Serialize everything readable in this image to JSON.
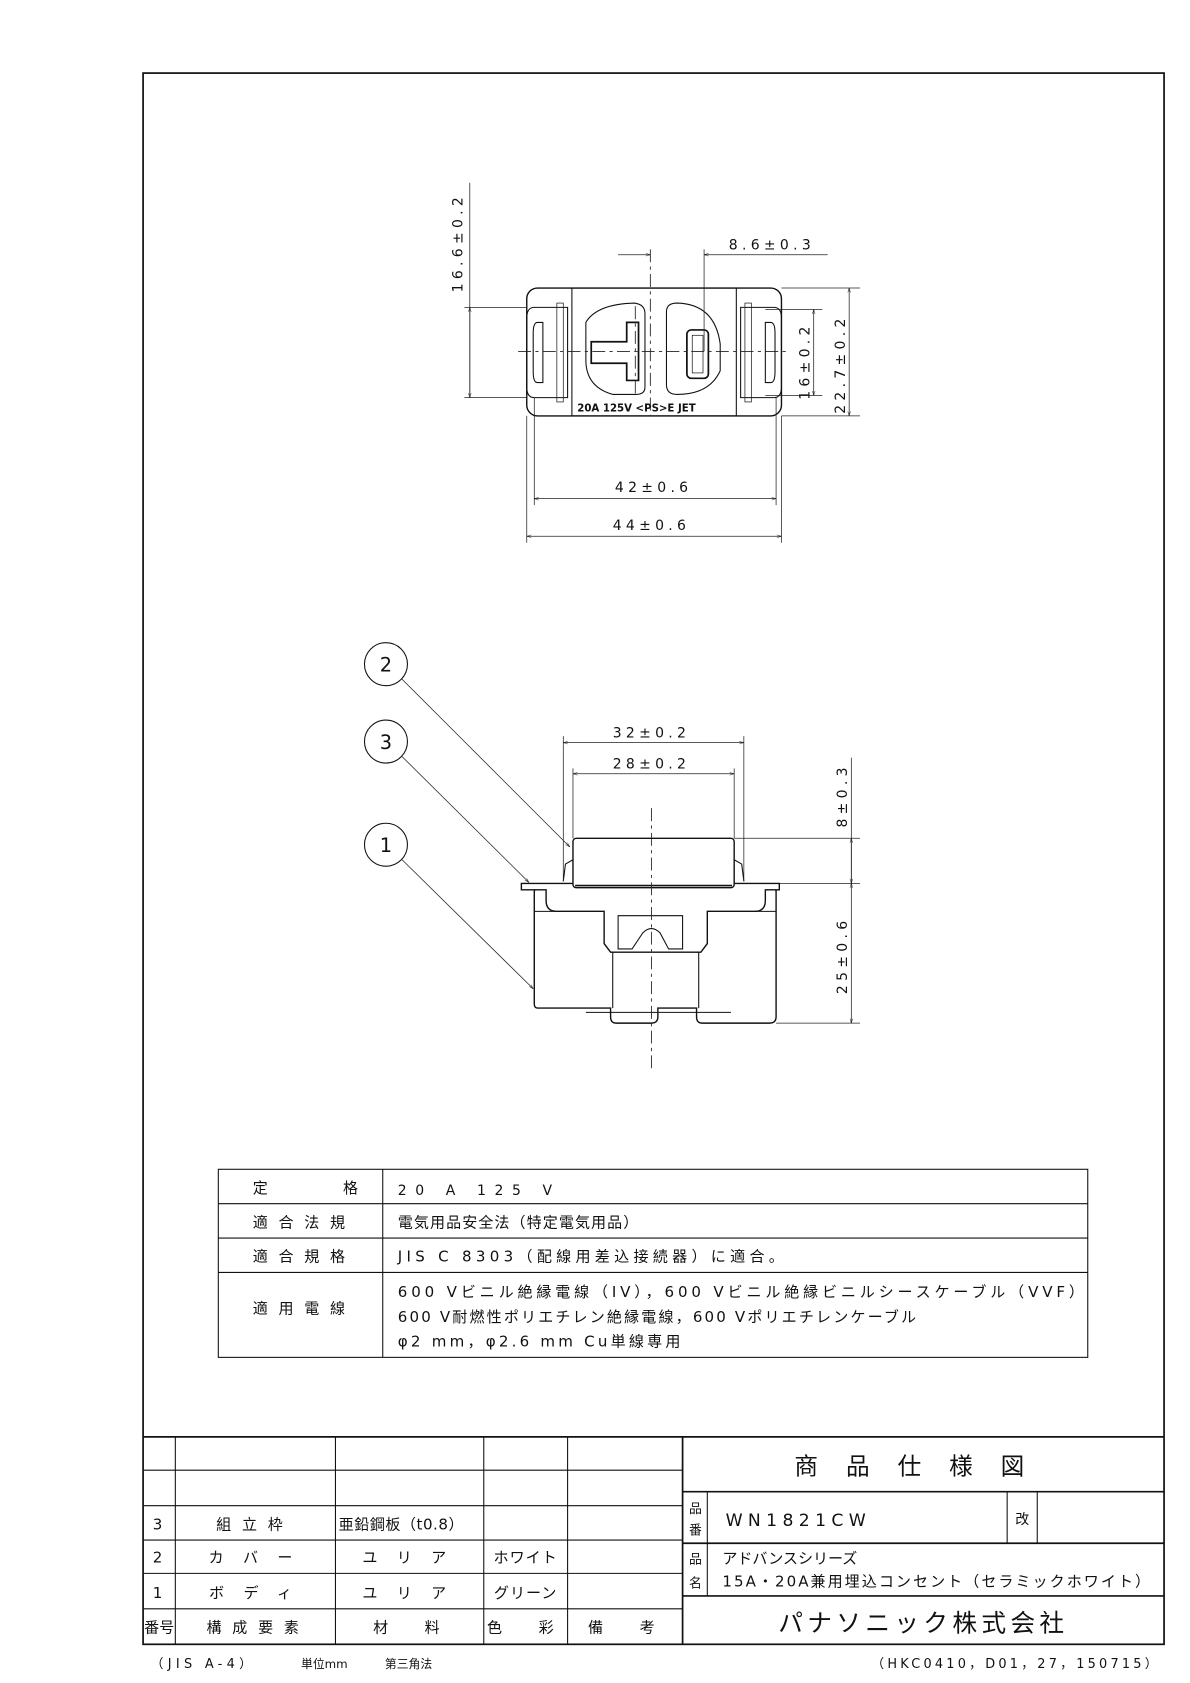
{
  "top_view": {
    "dims": {
      "d_16_6": "16.6±0.2",
      "d_8_6": "8.6±0.3",
      "d_16": "16±0.2",
      "d_22_7": "22.7±0.2",
      "d_42": "42±0.6",
      "d_44": "44±0.6"
    },
    "marking": "20A 125V <PS>E JET"
  },
  "side_view": {
    "balloons": [
      "2",
      "3",
      "1"
    ],
    "dims": {
      "d_32": "32±0.2",
      "d_28": "28±0.2",
      "d_8": "8±0.3",
      "d_25": "25±0.6"
    }
  },
  "spec_table": [
    {
      "label": "定　格",
      "value": [
        "20 A 125 V"
      ]
    },
    {
      "label": "適合法規",
      "value": [
        "電気用品安全法（特定電気用品）"
      ]
    },
    {
      "label": "適合規格",
      "value": [
        "JIS C 8303（配線用差込接続器）に適合。"
      ]
    },
    {
      "label": "適用電線",
      "value": [
        "600 Vビニル絶縁電線（IV），600 Vビニル絶縁ビニルシースケーブル（VVF）",
        "600 V耐燃性ポリエチレン絶縁電線，600 Vポリエチレンケーブル",
        "φ2 mm，φ2.6 mm Cu単線専用"
      ]
    }
  ],
  "parts_table": {
    "headers": [
      "番号",
      "構成要素",
      "材　料",
      "色　彩",
      "備　考"
    ],
    "rows": [
      {
        "no": "3",
        "name": "組立枠",
        "material": "亜鉛鋼板（t0.8）",
        "color": "",
        "note": ""
      },
      {
        "no": "2",
        "name": "カバー",
        "material": "ユリア",
        "color": "ホワイト",
        "note": ""
      },
      {
        "no": "1",
        "name": "ボディ",
        "material": "ユリア",
        "color": "グリーン",
        "note": ""
      }
    ]
  },
  "title_block": {
    "title": "商品仕様図",
    "part_no_label": [
      "品",
      "番"
    ],
    "part_no": "WN1821CW",
    "revision_label": "改",
    "name_label": [
      "品",
      "名"
    ],
    "name_line1": "アドバンスシリーズ",
    "name_line2": "15A・20A兼用埋込コンセント（セラミックホワイト）",
    "company": "パナソニック株式会社"
  },
  "footer": {
    "paper": "（JIS A-4）",
    "unit": "単位mm",
    "projection": "第三角法",
    "doc_code": "（HKC0410，D01，27，150715）"
  }
}
